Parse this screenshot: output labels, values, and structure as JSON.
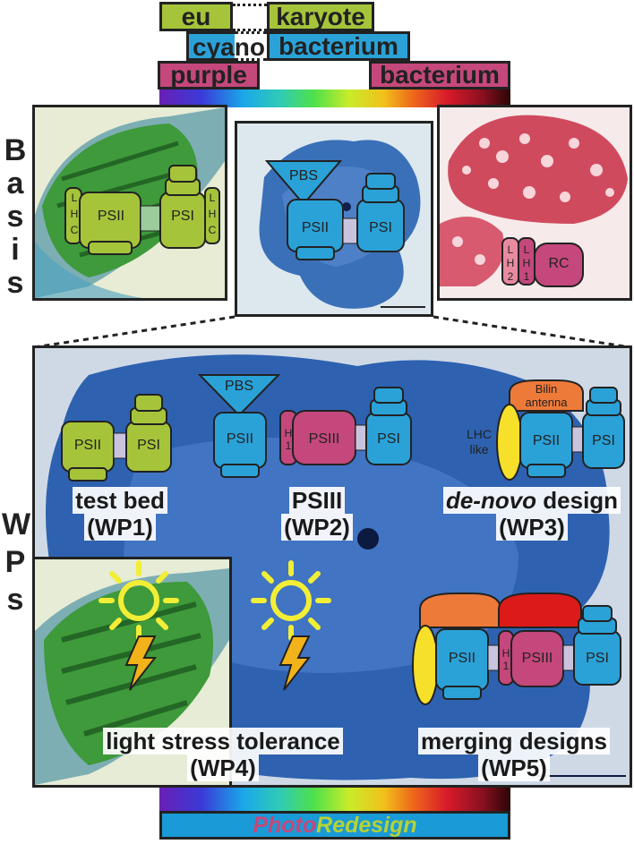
{
  "header": {
    "eu": "eu",
    "karyote": "karyote",
    "cyano": "cyano",
    "bacterium_blue": "bacterium",
    "purple": "purple",
    "bacterium_pink": "bacterium"
  },
  "side_labels": {
    "basis": [
      "B",
      "a",
      "s",
      "i",
      "s"
    ],
    "wps": [
      "W",
      "P",
      "s"
    ]
  },
  "basis_panels": {
    "left": {
      "lhc": [
        "L",
        "H",
        "C"
      ],
      "psii": "PSII",
      "psi": "PSI",
      "lhc2": [
        "L",
        "H",
        "C"
      ]
    },
    "center": {
      "pbs": "PBS",
      "psii": "PSII",
      "psi": "PSI"
    },
    "right": {
      "lh2": [
        "L",
        "H",
        "2"
      ],
      "lh1": [
        "L",
        "H",
        "1"
      ],
      "rc": "RC"
    }
  },
  "work_packages": {
    "wp1": {
      "psii": "PSII",
      "psi": "PSI",
      "title": "test bed",
      "code": "(WP1)"
    },
    "wp2": {
      "pbs": "PBS",
      "psii": "PSII",
      "h1": [
        "H",
        "1"
      ],
      "psiii": "PSIII",
      "psi": "PSI",
      "title": "PSIII",
      "code": "(WP2)"
    },
    "wp3": {
      "antenna_line1": "Bilin",
      "antenna_line2": "antenna",
      "lhc_line1": "LHC",
      "lhc_line2": "like",
      "psii": "PSII",
      "psi": "PSI",
      "title_italic": "de-novo",
      "title_rest": " design",
      "code": "(WP3)"
    },
    "wp4": {
      "title": "light stress tolerance",
      "code": "(WP4)"
    },
    "wp5": {
      "psii": "PSII",
      "h1": [
        "H",
        "1"
      ],
      "psiii": "PSIII",
      "psi": "PSI",
      "title": "merging designs",
      "code": "(WP5)"
    }
  },
  "footer": {
    "part1": "Photo",
    "part2": "Redesign"
  },
  "colors": {
    "euk_green": "#a6c43a",
    "cyano_blue": "#2aa2d8",
    "purple_pink": "#c4487b",
    "psiii_magenta": "#c4487b",
    "antenna_orange": "#ee7a3a",
    "antenna_red": "#dd1a1a",
    "lhc_yellow": "#f6e02a",
    "connector": "#c9c3de"
  },
  "icons": [
    "sun-icon",
    "lightning-icon"
  ]
}
